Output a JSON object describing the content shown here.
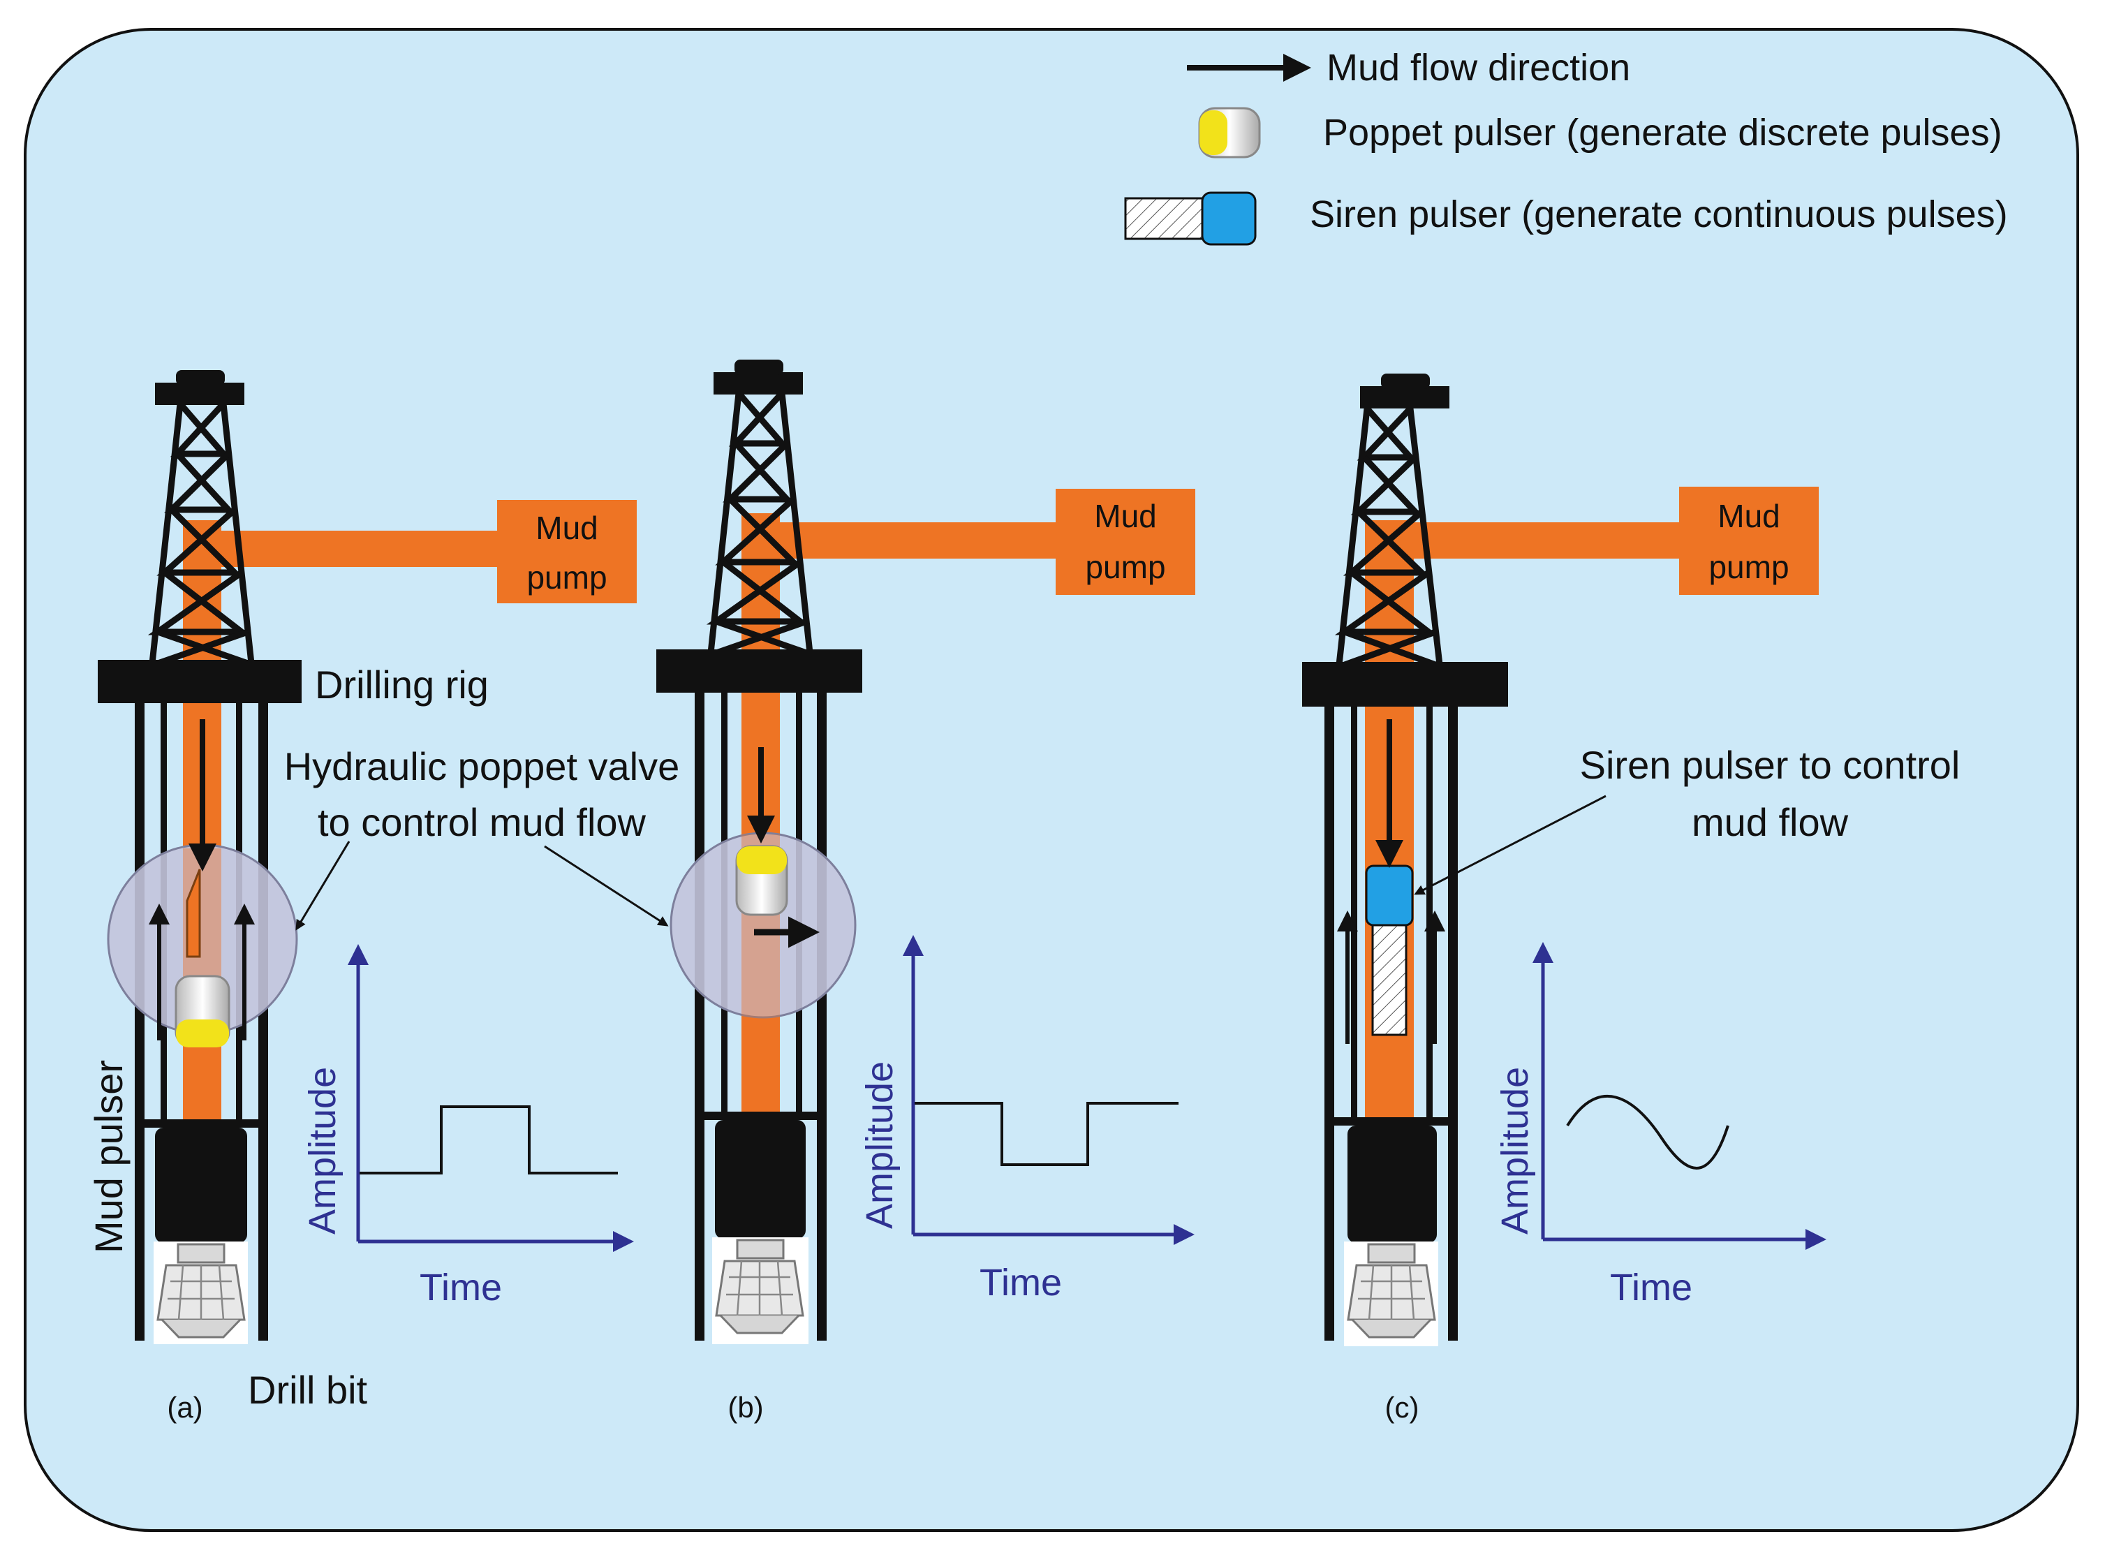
{
  "legend": {
    "flow": "Mud flow direction",
    "poppet": "Poppet pulser (generate discrete pulses)",
    "siren": "Siren pulser (generate continuous pulses)"
  },
  "labels": {
    "drilling_rig": "Drilling rig",
    "poppet_valve_line1": "Hydraulic poppet valve",
    "poppet_valve_line2": "to control mud flow",
    "mud_pulser": "Mud pulser",
    "drill_bit": "Drill bit",
    "siren_line1": "Siren pulser to control",
    "siren_line2": "mud flow"
  },
  "panels": [
    {
      "id": "(a)",
      "pump_line1": "Mud",
      "pump_line2": "pump",
      "ylabel": "Amplitude",
      "xlabel": "Time",
      "signal": "pulse-up"
    },
    {
      "id": "(b)",
      "pump_line1": "Mud",
      "pump_line2": "pump",
      "ylabel": "Amplitude",
      "xlabel": "Time",
      "signal": "pulse-down"
    },
    {
      "id": "(c)",
      "pump_line1": "Mud",
      "pump_line2": "pump",
      "ylabel": "Amplitude",
      "xlabel": "Time",
      "signal": "sine"
    }
  ],
  "colors": {
    "background": "#cde9f8",
    "mud": "#ee7424",
    "rig": "#111111",
    "circle": "#c3c4dc",
    "poppet": "#f2e21a",
    "siren": "#22a0e4",
    "axis": "#2e3192",
    "text": "#111111"
  }
}
